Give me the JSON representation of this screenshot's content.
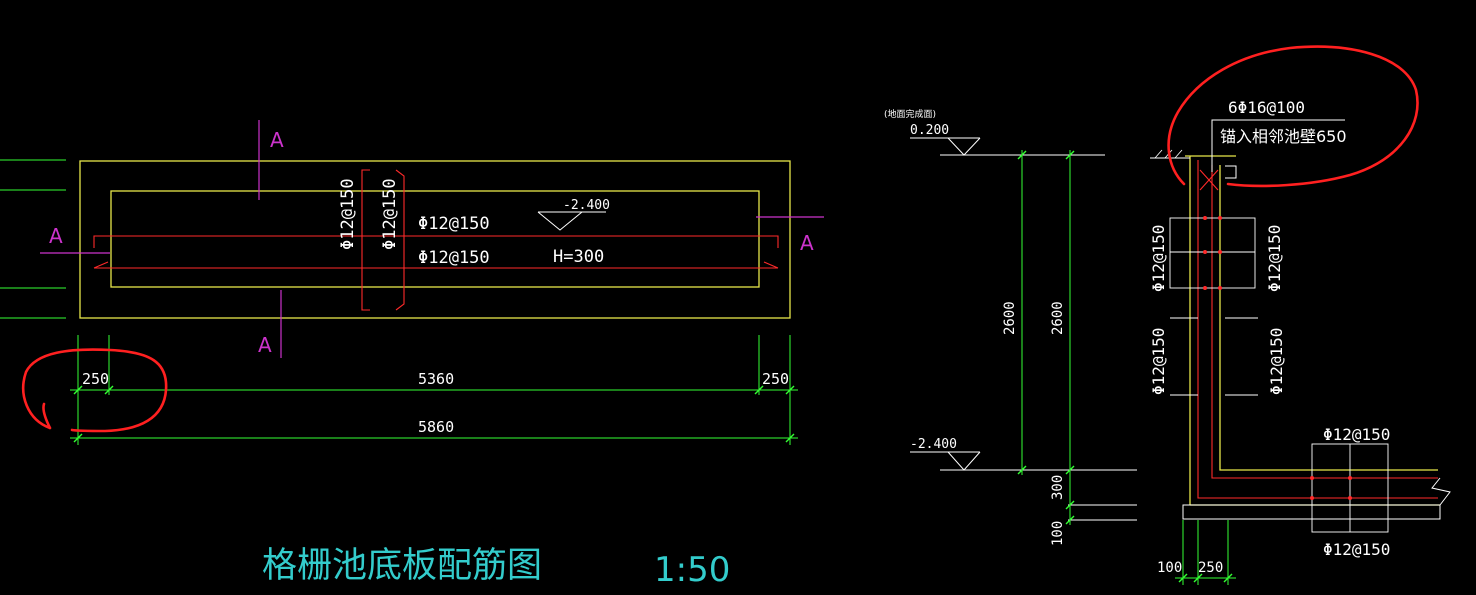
{
  "colors": {
    "background": "#000000",
    "outline": "#e8e84a",
    "rebar": "#ff2a2a",
    "dimension": "#33ff33",
    "section_mark": "#cc33cc",
    "text": "#ffffff",
    "title": "#33cccc",
    "annotation": "#ff2020"
  },
  "plan": {
    "section_label": "A",
    "rebar_vertical_1": "Φ12@150",
    "rebar_vertical_2": "Φ12@150",
    "rebar_top": "Φ12@150",
    "rebar_bottom": "Φ12@150",
    "elevation_mark": "-2.400",
    "depth_label": "H=300",
    "dim_left": "250",
    "dim_middle": "5360",
    "dim_right": "250",
    "dim_total": "5860",
    "title": "格栅池底板配筋图",
    "scale": "1:50"
  },
  "section": {
    "ground_note": "(地面完成面)",
    "ground_elev": "0.200",
    "bottom_elev": "-2.400",
    "dim_height_1": "2600",
    "dim_height_2": "2600",
    "dim_slab": "300",
    "dim_base": "100",
    "dim_base_width": "100",
    "dim_wall_width": "250",
    "top_rebar": "6Φ16@100",
    "top_rebar_note": "锚入相邻池壁650",
    "wall_rebar_upper_left": "Φ12@150",
    "wall_rebar_upper_right": "Φ12@150",
    "wall_rebar_lower_left": "Φ12@150",
    "wall_rebar_lower_right": "Φ12@150",
    "slab_rebar_top": "Φ12@150",
    "slab_rebar_bottom": "Φ12@150"
  }
}
